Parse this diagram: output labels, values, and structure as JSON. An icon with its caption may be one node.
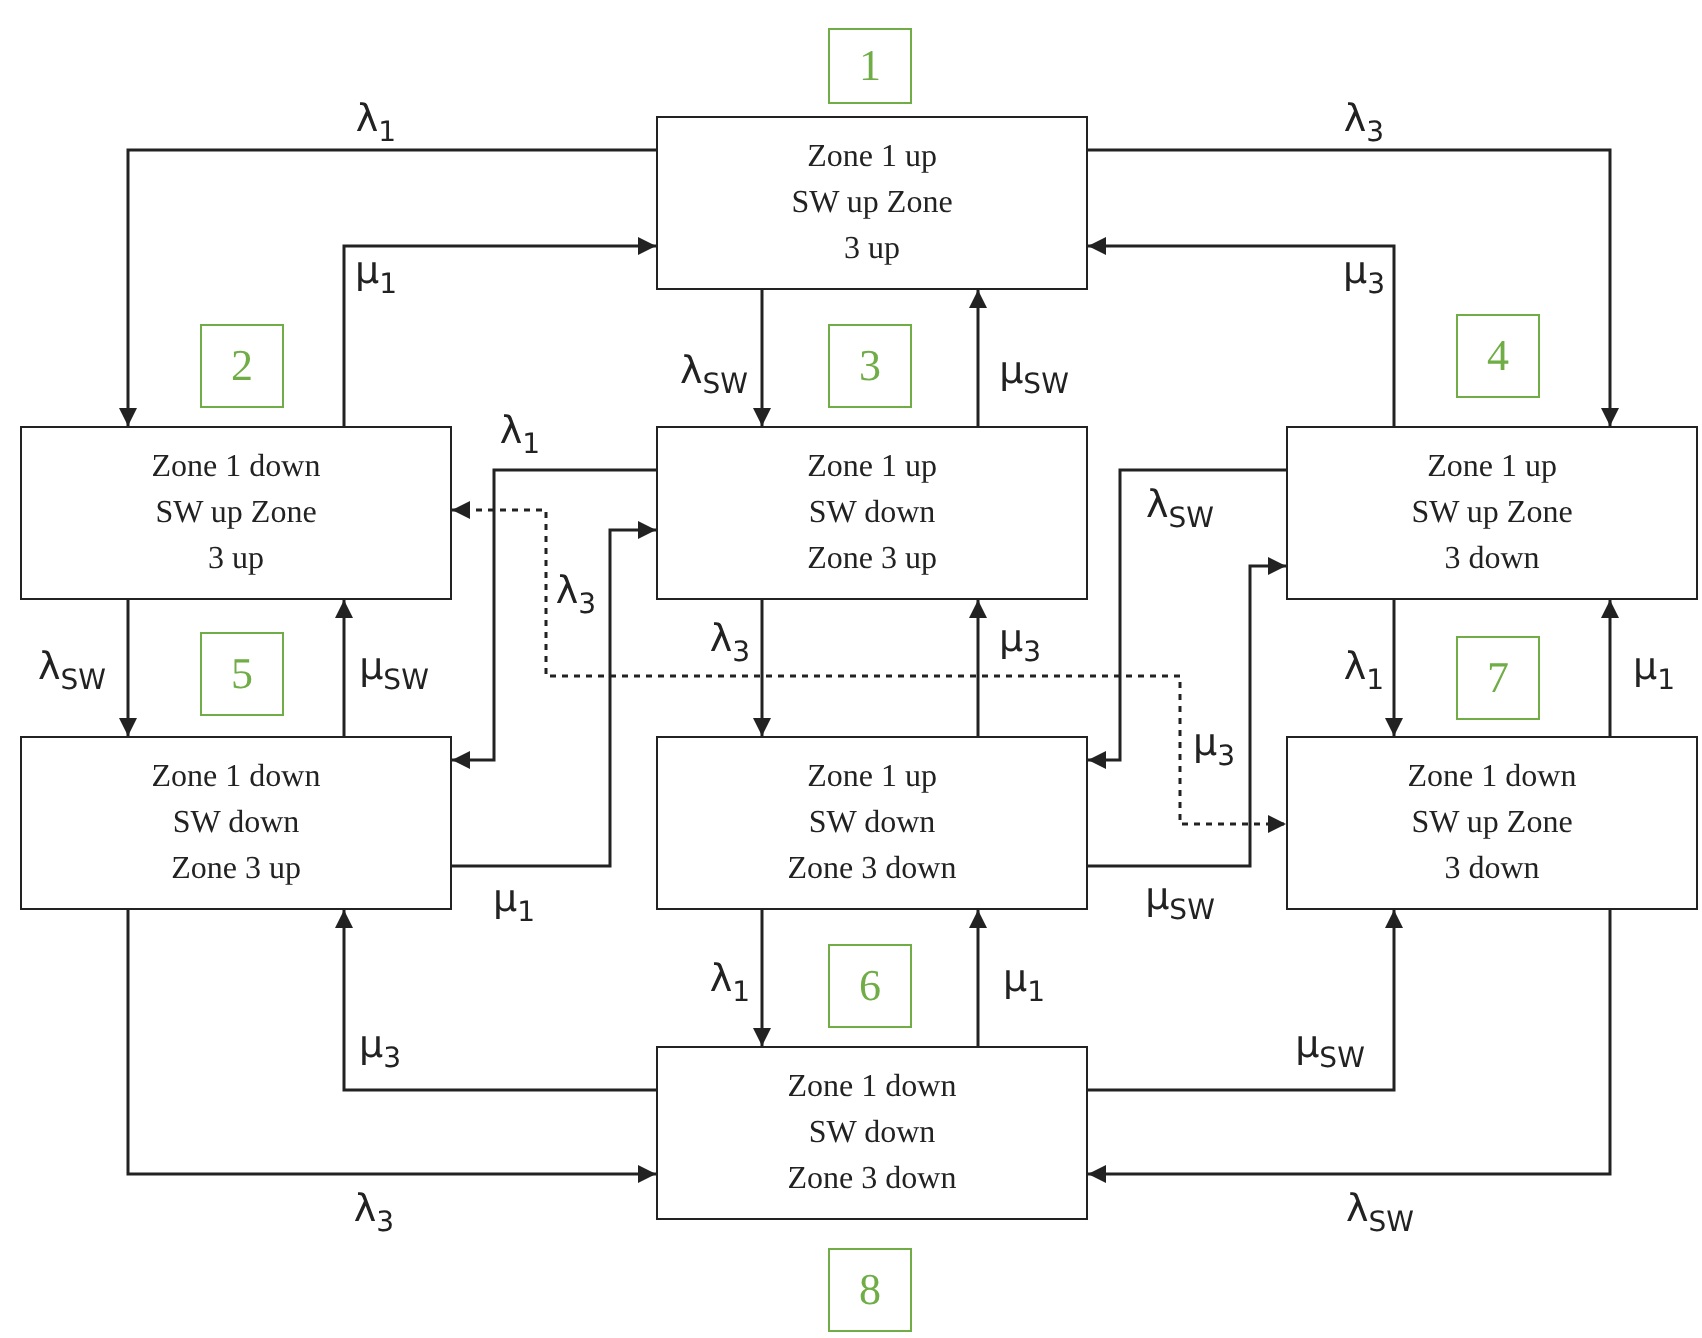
{
  "diagram": {
    "nodes": [
      {
        "text": [
          "Zone 1 up SW up Zone 3 up"
        ]
      },
      {
        "text": [
          "Zone 1 down SW up Zone 3 up"
        ]
      },
      {
        "text": [
          "Zone 1 up SW down Zone 3 up"
        ]
      },
      {
        "text": [
          "Zone 1 up SW up Zone 3 down"
        ]
      },
      {
        "text": [
          "Zone 1 down SW down Zone 3 up"
        ]
      },
      {
        "text": [
          "Zone 1 up SW down Zone 3 down"
        ]
      },
      {
        "text": [
          "Zone 1 down SW up Zone 3 down"
        ]
      },
      {
        "text": [
          "Zone 1 down SW down Zone 3 down"
        ]
      },
      {
        "text": [
          "1"
        ]
      },
      {
        "text": [
          "2"
        ]
      },
      {
        "text": [
          "3"
        ]
      },
      {
        "text": [
          "4"
        ]
      },
      {
        "text": [
          "5"
        ]
      },
      {
        "text": [
          "6"
        ]
      },
      {
        "text": [
          "7"
        ]
      },
      {
        "text": [
          "8"
        ]
      }
    ],
    "edges": [
      {
        "from": 0,
        "to": 1,
        "arrow": "to",
        "label": "λ$_{1}$"
      },
      {
        "from": 1,
        "to": 0,
        "arrow": "to",
        "label": "μ$_{1}$"
      },
      {
        "from": 0,
        "to": 3,
        "arrow": "to",
        "label": "λ$_{3}$"
      },
      {
        "from": 3,
        "to": 0,
        "arrow": "to",
        "label": "μ$_{3}$"
      },
      {
        "from": 0,
        "to": 2,
        "arrow": "to",
        "label": "λ$_{SW}$"
      },
      {
        "from": 2,
        "to": 0,
        "arrow": "to",
        "label": "μ$_{SW}$"
      },
      {
        "from": 1,
        "to": 4,
        "arrow": "to",
        "label": "λ$_{SW}$"
      },
      {
        "from": 4,
        "to": 1,
        "arrow": "to",
        "label": "μ$_{SW}$"
      },
      {
        "from": 2,
        "to": 4,
        "arrow": "to",
        "label": "λ$_{1}$"
      },
      {
        "from": 4,
        "to": 2,
        "arrow": "to",
        "label": "μ$_{1}$"
      },
      {
        "from": 2,
        "to": 5,
        "arrow": "to",
        "label": "λ$_{3}$"
      },
      {
        "from": 5,
        "to": 2,
        "arrow": "to",
        "label": "μ$_{3}$"
      },
      {
        "from": 3,
        "to": 5,
        "arrow": "to",
        "label": "λ$_{SW}$"
      },
      {
        "from": 5,
        "to": 3,
        "arrow": "to",
        "label": "μ$_{SW}$"
      },
      {
        "from": 3,
        "to": 6,
        "arrow": "to",
        "label": "λ$_{1}$"
      },
      {
        "from": 6,
        "to": 3,
        "arrow": "to",
        "label": "μ$_{1}$"
      },
      {
        "from": 1,
        "to": 6,
        "arrow": "both",
        "label": "λ$_{3}$",
        "style": "dashed"
      },
      {
        "from": 4,
        "to": 7,
        "arrow": "to",
        "label": "λ$_{3}$"
      },
      {
        "from": 7,
        "to": 4,
        "arrow": "to",
        "label": "μ$_{3}$"
      },
      {
        "from": 5,
        "to": 7,
        "arrow": "to",
        "label": "λ$_{1}$"
      },
      {
        "from": 7,
        "to": 5,
        "arrow": "to",
        "label": "μ$_{1}$"
      },
      {
        "from": 7,
        "to": 6,
        "arrow": "to",
        "label": "μ$_{SW}$"
      },
      {
        "from": 6,
        "to": 7,
        "arrow": "to",
        "label": "λ$_{SW}$"
      }
    ],
    "labels": [
      "μ$_{3}$"
    ]
  }
}
